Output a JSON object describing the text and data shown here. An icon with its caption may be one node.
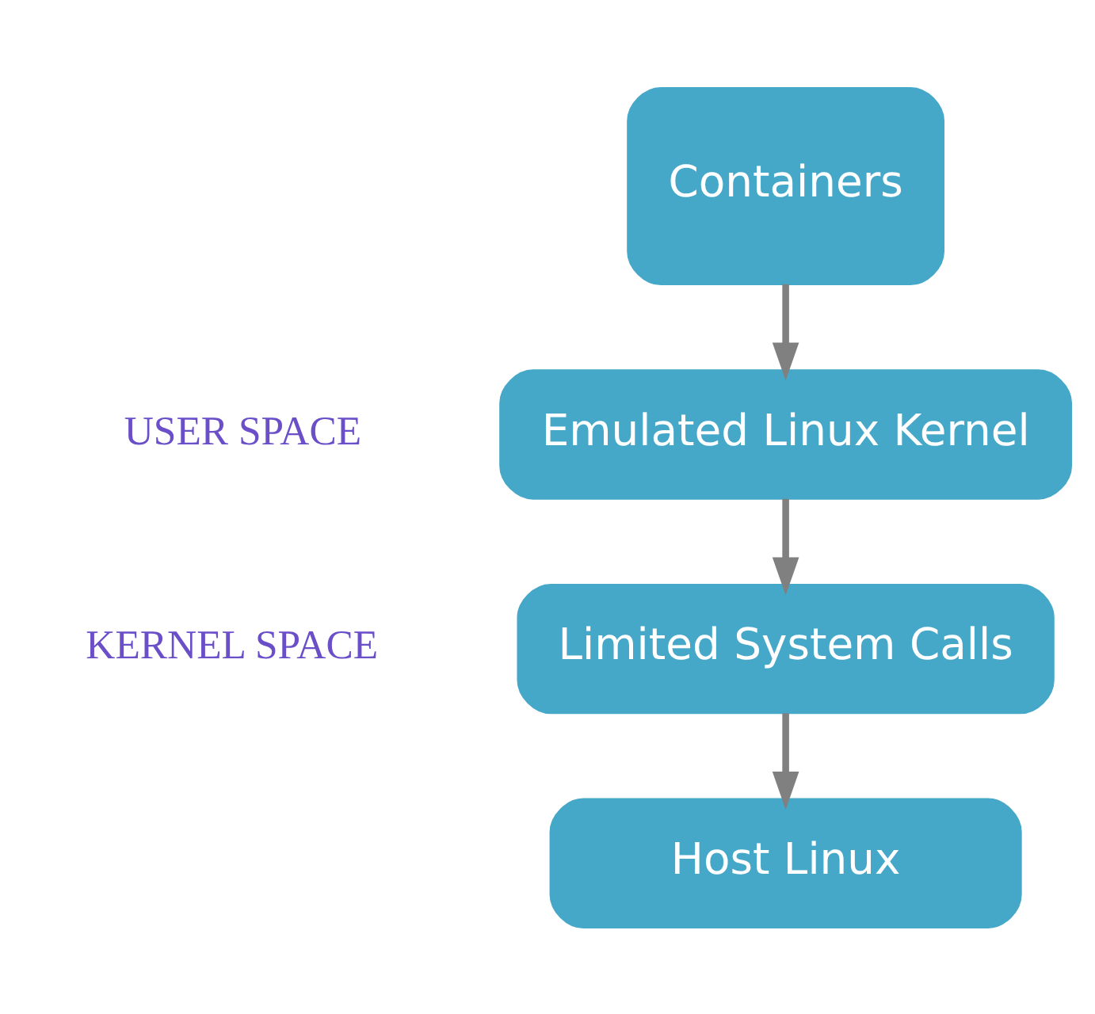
{
  "diagram": {
    "nodes": [
      {
        "text": [
          "Containers"
        ]
      },
      {
        "text": [
          "Emulated Linux Kernel"
        ]
      },
      {
        "text": [
          "Limited System Calls"
        ]
      },
      {
        "text": [
          "Host Linux"
        ]
      }
    ],
    "edges": [
      {
        "from": 0,
        "to": 1,
        "arrow": "to"
      },
      {
        "from": 1,
        "to": 2,
        "arrow": "to"
      },
      {
        "from": 2,
        "to": 3,
        "arrow": "to"
      }
    ],
    "labels": [
      "USER SPACE",
      "KERNEL SPACE"
    ]
  }
}
